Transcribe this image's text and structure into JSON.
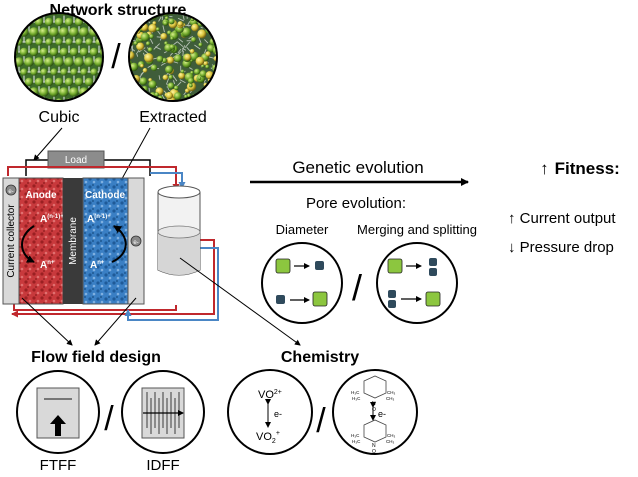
{
  "network": {
    "title": "Network structure",
    "left_label": "Cubic",
    "right_label": "Extracted",
    "separator": "/"
  },
  "cell": {
    "load": "Load",
    "current_collector": "Current collector",
    "anode": "Anode",
    "cathode": "Cathode",
    "membrane": "Membrane",
    "anode_top": "A",
    "anode_top_sup": "(n-1)+",
    "anode_bottom": "A",
    "anode_bottom_sup": "n+",
    "cathode_top": "A",
    "cathode_top_sup": "(n-1)+",
    "cathode_bottom": "A",
    "cathode_bottom_sup": "n+",
    "electron": "e-"
  },
  "evolution": {
    "genetic": "Genetic evolution",
    "pore": "Pore evolution:",
    "diameter": "Diameter",
    "merging": "Merging and splitting",
    "separator": "/"
  },
  "fitness": {
    "title": "Fitness:",
    "up_arrow": "↑",
    "current": "↑ Current output",
    "pressure": "↓ Pressure drop"
  },
  "flow_field": {
    "title": "Flow field design",
    "left_label": "FTFF",
    "right_label": "IDFF",
    "separator": "/"
  },
  "chemistry": {
    "title": "Chemistry",
    "vo2_top": "VO",
    "vo2_top_sub": "",
    "vo2_top_sup": "2+",
    "vo2_bottom": "VO",
    "vo2_bottom_sub": "2",
    "vo2_bottom_sup": "+",
    "electron": "e-",
    "separator": "/",
    "mol_h3c": "H₃C",
    "mol_ch3": "CH₃",
    "mol_n": "N",
    "mol_o": "O"
  },
  "colors": {
    "anode": "#c8393c",
    "cathode": "#3a7fc4",
    "membrane": "#3a3a3a",
    "collector": "#d9d9d9",
    "pore_green": "#8cc63f",
    "pore_dark": "#2f4a5c",
    "red_pipe": "#c0282d",
    "blue_pipe": "#4a86c5"
  }
}
